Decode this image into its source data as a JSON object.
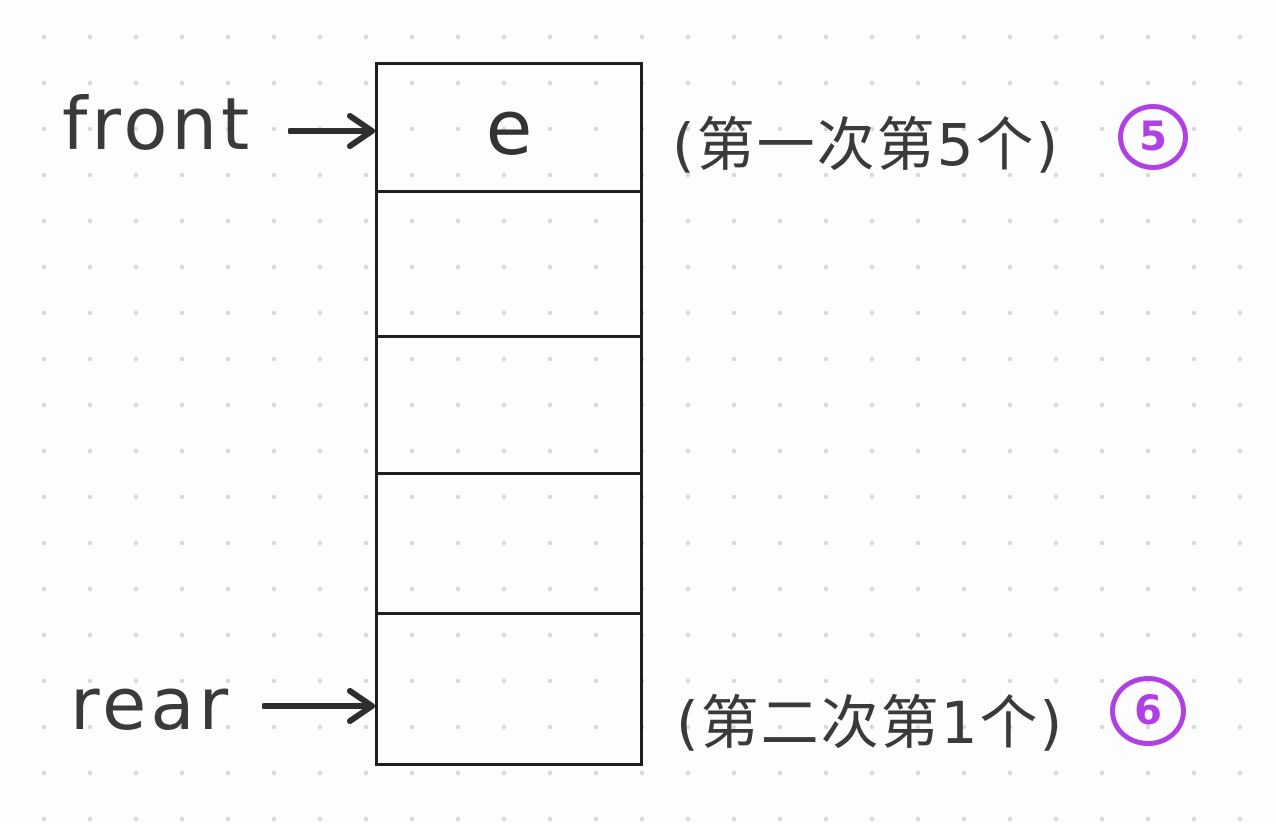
{
  "pointers": {
    "front": "front",
    "rear": "rear"
  },
  "queue": {
    "cells": [
      "e",
      "",
      "",
      "",
      ""
    ]
  },
  "notes": {
    "top": "(第一次第5个)",
    "bottom": "(第二次第1个)"
  },
  "badges": {
    "top": "5",
    "bottom": "6"
  },
  "colors": {
    "ink": "#3a3a3a",
    "box_line": "#1e1e1e",
    "badge": "#b13fe6",
    "dot_grid": "#d8d8d8"
  }
}
